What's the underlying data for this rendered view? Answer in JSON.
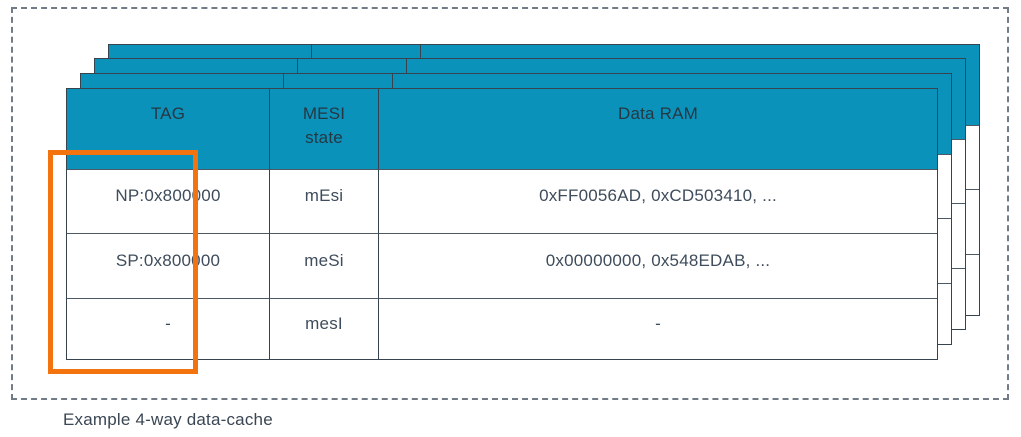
{
  "figure": {
    "caption": "Example 4-way data-cache",
    "ways": 4
  },
  "colors": {
    "header_bg": "#0b92ba",
    "table_border": "#37434f",
    "row_separator": "#4d5a66",
    "header_text": "#263743",
    "cell_text": "#3e4c5b",
    "highlight_orange": "#f3740e",
    "frame_dash_gray": "#727c87",
    "caption_text": "#3a4653"
  },
  "table": {
    "header": {
      "tag": "TAG",
      "mesi_line1": "MESI",
      "mesi_line2": "state",
      "data_ram": "Data RAM"
    },
    "rows": [
      {
        "tag": "NP:0x800000",
        "mesi": "mEsi",
        "data_ram": "0xFF0056AD, 0xCD503410, ..."
      },
      {
        "tag": "SP:0x800000",
        "mesi": "meSi",
        "data_ram": "0x00000000, 0x548EDAB, ..."
      },
      {
        "tag": "-",
        "mesi": "mesI",
        "data_ram": "-"
      }
    ]
  },
  "highlight": {
    "target": "TAG column"
  }
}
